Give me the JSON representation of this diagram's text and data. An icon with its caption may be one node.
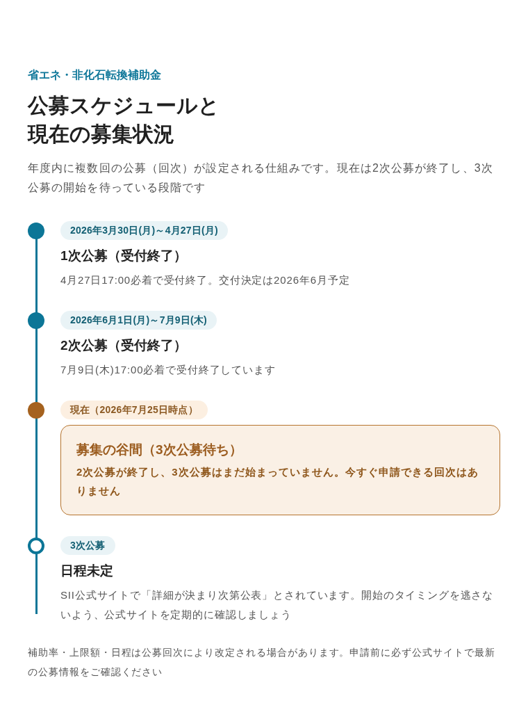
{
  "diagram": {
    "title": "公募スケジュールと現在の募集状況",
    "nodes": [
      {
        "text": [
          "2026年3月30日(月)～4月27日(月)"
        ],
        "beside": [
          "1次公募（受付終了）",
          "4月27日17:00必着で受付終了。交付決定は2026年6月予定"
        ]
      },
      {
        "text": [
          "2026年6月1日(月)～7月9日(木)"
        ],
        "beside": [
          "2次公募（受付終了）",
          "7月9日(木)17:00必着で受付終了しています"
        ]
      },
      {
        "text": [
          "現在（2026年7月25日時点）"
        ]
      },
      {
        "text": [
          "募集の谷間（3次公募待ち）",
          "2次公募が終了し、3次公募はまだ始まっていません。今すぐ申請できる回次はありません"
        ]
      },
      {
        "text": [
          "3次公募"
        ],
        "beside": [
          "日程未定",
          "SII公式サイトで「詳細が決まり次第公表」とされています。開始のタイミングを逃さないよう、公式サイトを定期的に確認しましょう"
        ]
      }
    ],
    "labels": [
      "省エネ・非化石転換補助金",
      "年度内に複数回の公募（回次）が設定される仕組みです。現在は2次公募が終了し、3次公募の開始を待っている段階です",
      "補助率・上限額・日程は公募回次により改定される場合があります。申請前に必ず公式サイトで最新の公募情報をご確認ください"
    ]
  }
}
